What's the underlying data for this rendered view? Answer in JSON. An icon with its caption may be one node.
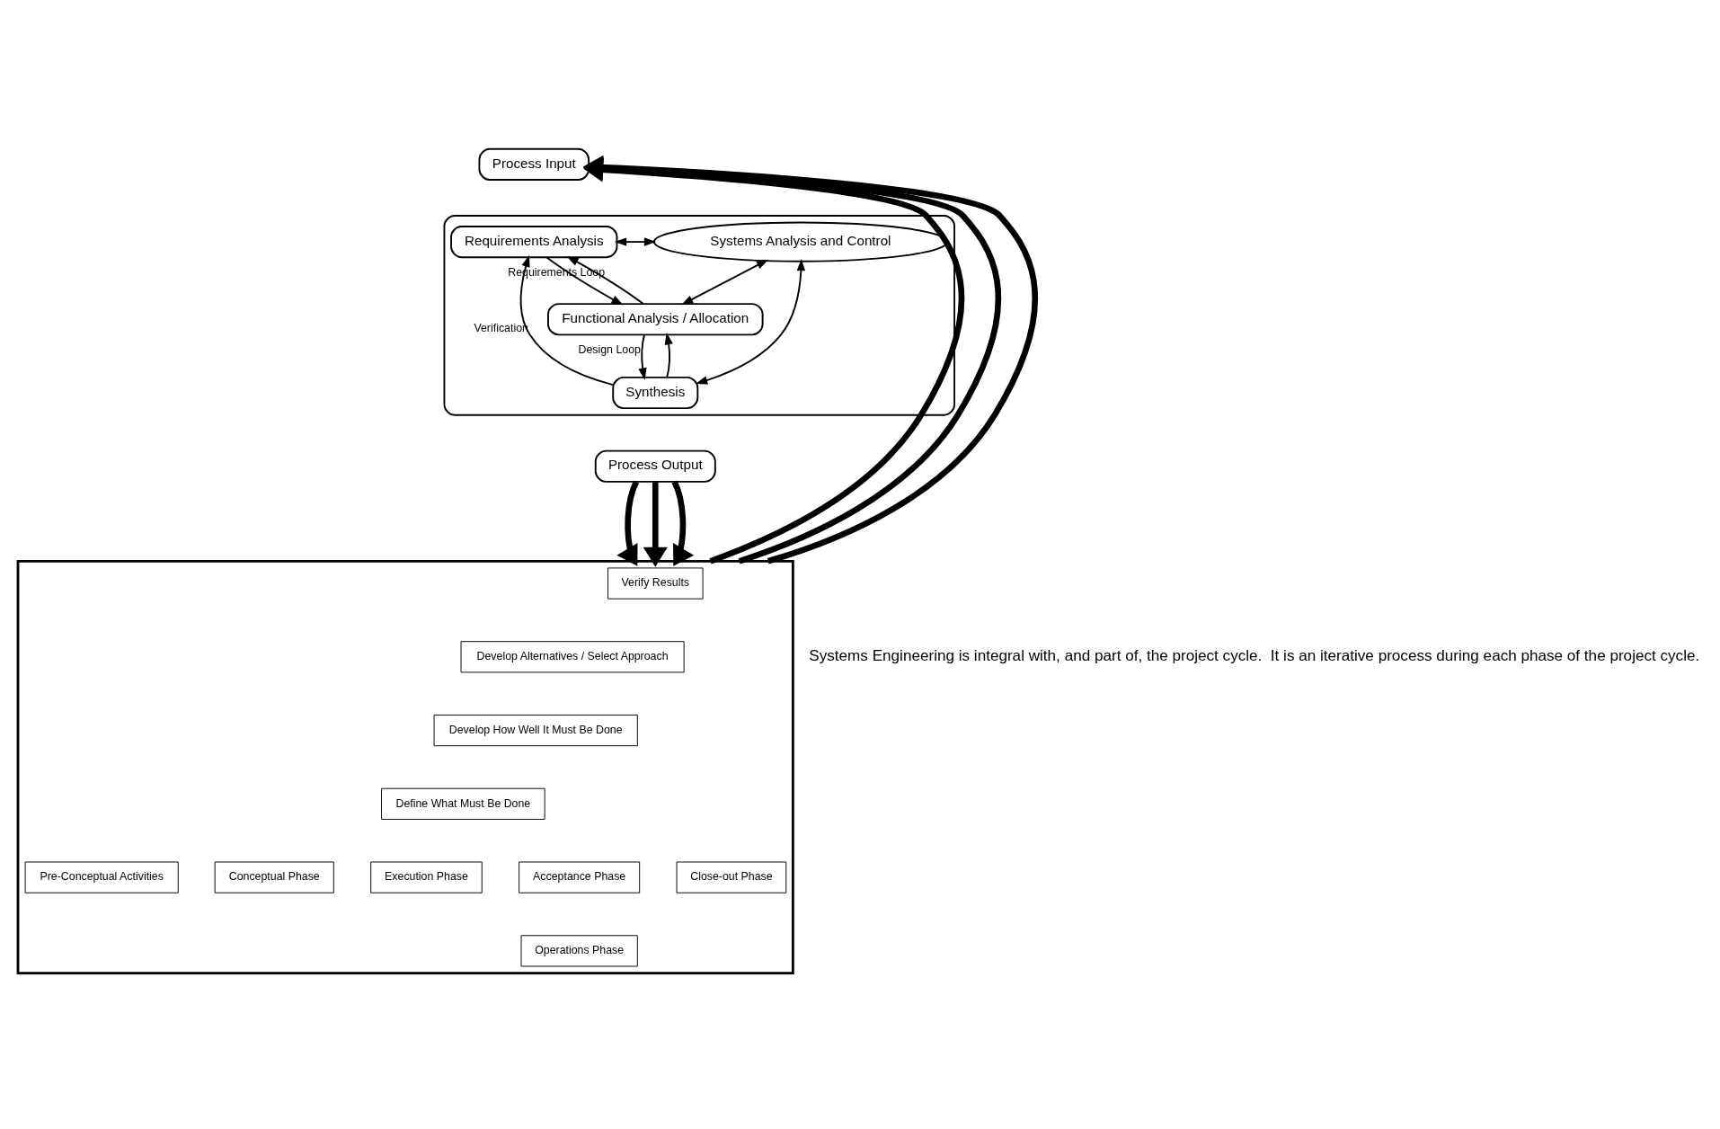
{
  "diagram": {
    "nodes": [
      {
        "text": [
          "Process Input"
        ]
      },
      {
        "text": [],
        "shape": "ellipse"
      },
      {
        "text": [
          "Requirements Analysis"
        ],
        "in": 1
      },
      {
        "text": [
          "Systems Analysis and Control"
        ],
        "in": 1
      },
      {
        "text": [
          "Functional Analysis / Allocation"
        ],
        "in": 1
      },
      {
        "text": [
          "Synthesis"
        ],
        "in": 1
      },
      {
        "text": [
          "Process Output"
        ]
      },
      {
        "text": [],
        "shape": "box"
      },
      {
        "text": [
          "Verify Results"
        ],
        "in": 7
      },
      {
        "text": [
          "Develop Alternatives / Select Approach"
        ],
        "in": 7
      },
      {
        "text": [
          "Develop How Well It Must Be Done"
        ],
        "in": 7
      },
      {
        "text": [
          "Define What Must Be Done"
        ],
        "in": 7
      },
      {
        "text": [
          "Pre-Conceptual Activities"
        ],
        "in": 7
      },
      {
        "text": [
          "Conceptual Phase"
        ],
        "in": 7
      },
      {
        "text": [
          "Execution Phase"
        ],
        "in": 7
      },
      {
        "text": [
          "Acceptance Phase"
        ],
        "in": 7
      },
      {
        "text": [
          "Close-out Phase"
        ],
        "in": 7
      },
      {
        "text": [
          "Operations Phase"
        ],
        "in": 7
      }
    ],
    "edges": [
      {
        "from": 2,
        "to": 4,
        "arrow": "to"
      },
      {
        "from": 4,
        "to": 2,
        "arrow": "to",
        "label": "Requirements Loop"
      },
      {
        "from": 4,
        "to": 5,
        "arrow": "to",
        "label": "Design Loop"
      },
      {
        "from": 5,
        "to": 4,
        "arrow": "to"
      },
      {
        "from": 5,
        "to": 2,
        "arrow": "to",
        "label": "Verification"
      },
      {
        "from": 2,
        "to": 3,
        "arrow": "both"
      },
      {
        "from": 4,
        "to": 3,
        "arrow": "both"
      },
      {
        "from": 5,
        "to": 3,
        "arrow": "both"
      },
      {
        "from": 7,
        "to": 0,
        "arrow": "to",
        "style": "thick"
      },
      {
        "from": 7,
        "to": 0,
        "arrow": "to",
        "style": "thick"
      },
      {
        "from": 7,
        "to": 0,
        "arrow": "to",
        "style": "thick"
      },
      {
        "from": 6,
        "to": 7,
        "arrow": "to",
        "style": "thick"
      },
      {
        "from": 6,
        "to": 7,
        "arrow": "to",
        "style": "thick"
      },
      {
        "from": 6,
        "to": 7,
        "arrow": "to",
        "style": "thick"
      }
    ],
    "labels": [
      "Systems Engineering is integral with, and part of, the project cycle.  It is an iterative process during each phase of the project cycle."
    ]
  }
}
